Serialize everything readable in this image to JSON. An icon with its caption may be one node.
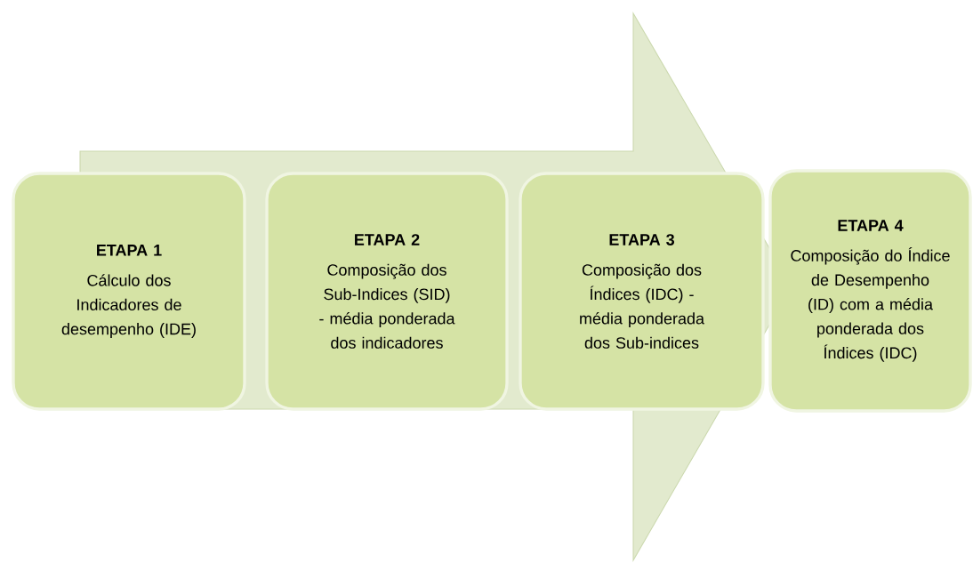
{
  "diagram": {
    "nodes": [
      {
        "text": [
          "ETAPA 1",
          "Cálculo dos Indicadores de desempenho (IDE)"
        ]
      },
      {
        "text": [
          "ETAPA 2",
          "Composição dos Sub-Indices (SID) - média ponderada dos indicadores"
        ]
      },
      {
        "text": [
          "ETAPA 3",
          "Composição dos Índices (IDC) - média ponderada dos Sub-indices"
        ]
      },
      {
        "text": [
          "ETAPA 4",
          "Composição do Índice de Desempenho (ID) com a média ponderada dos Índices (IDC)"
        ]
      }
    ],
    "edges": [
      {
        "from": 0,
        "to": 3,
        "arrow": "to"
      }
    ]
  }
}
